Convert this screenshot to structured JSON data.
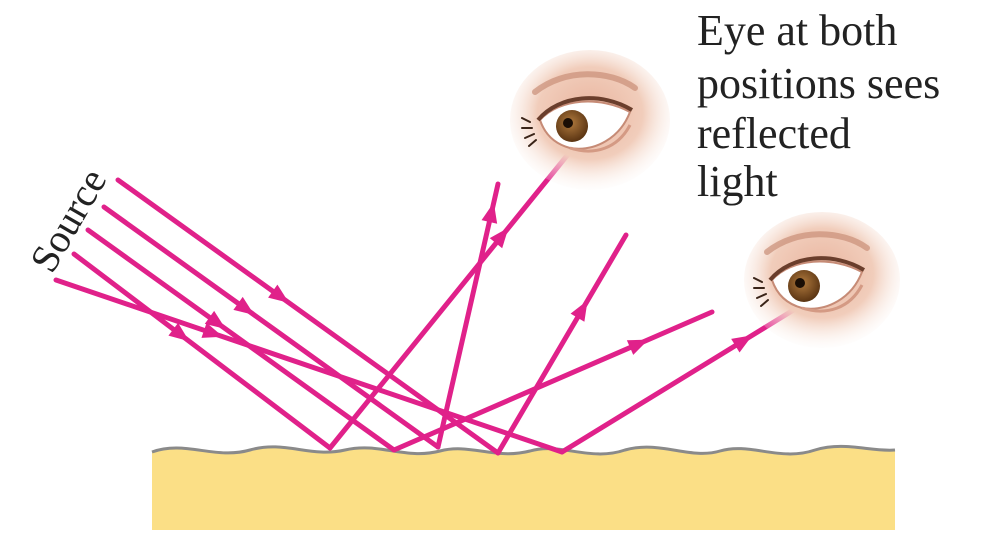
{
  "caption": {
    "lines": [
      "Eye at both",
      "positions sees",
      "reflected",
      "light"
    ]
  },
  "source_label": "Source",
  "colors": {
    "ray": "#e0218a",
    "surface_fill": "#fbdf86",
    "surface_edge": "#888888",
    "text": "#222222",
    "iris": "#7a4a1e"
  },
  "icons": [
    "eye-icon",
    "eye-icon"
  ]
}
